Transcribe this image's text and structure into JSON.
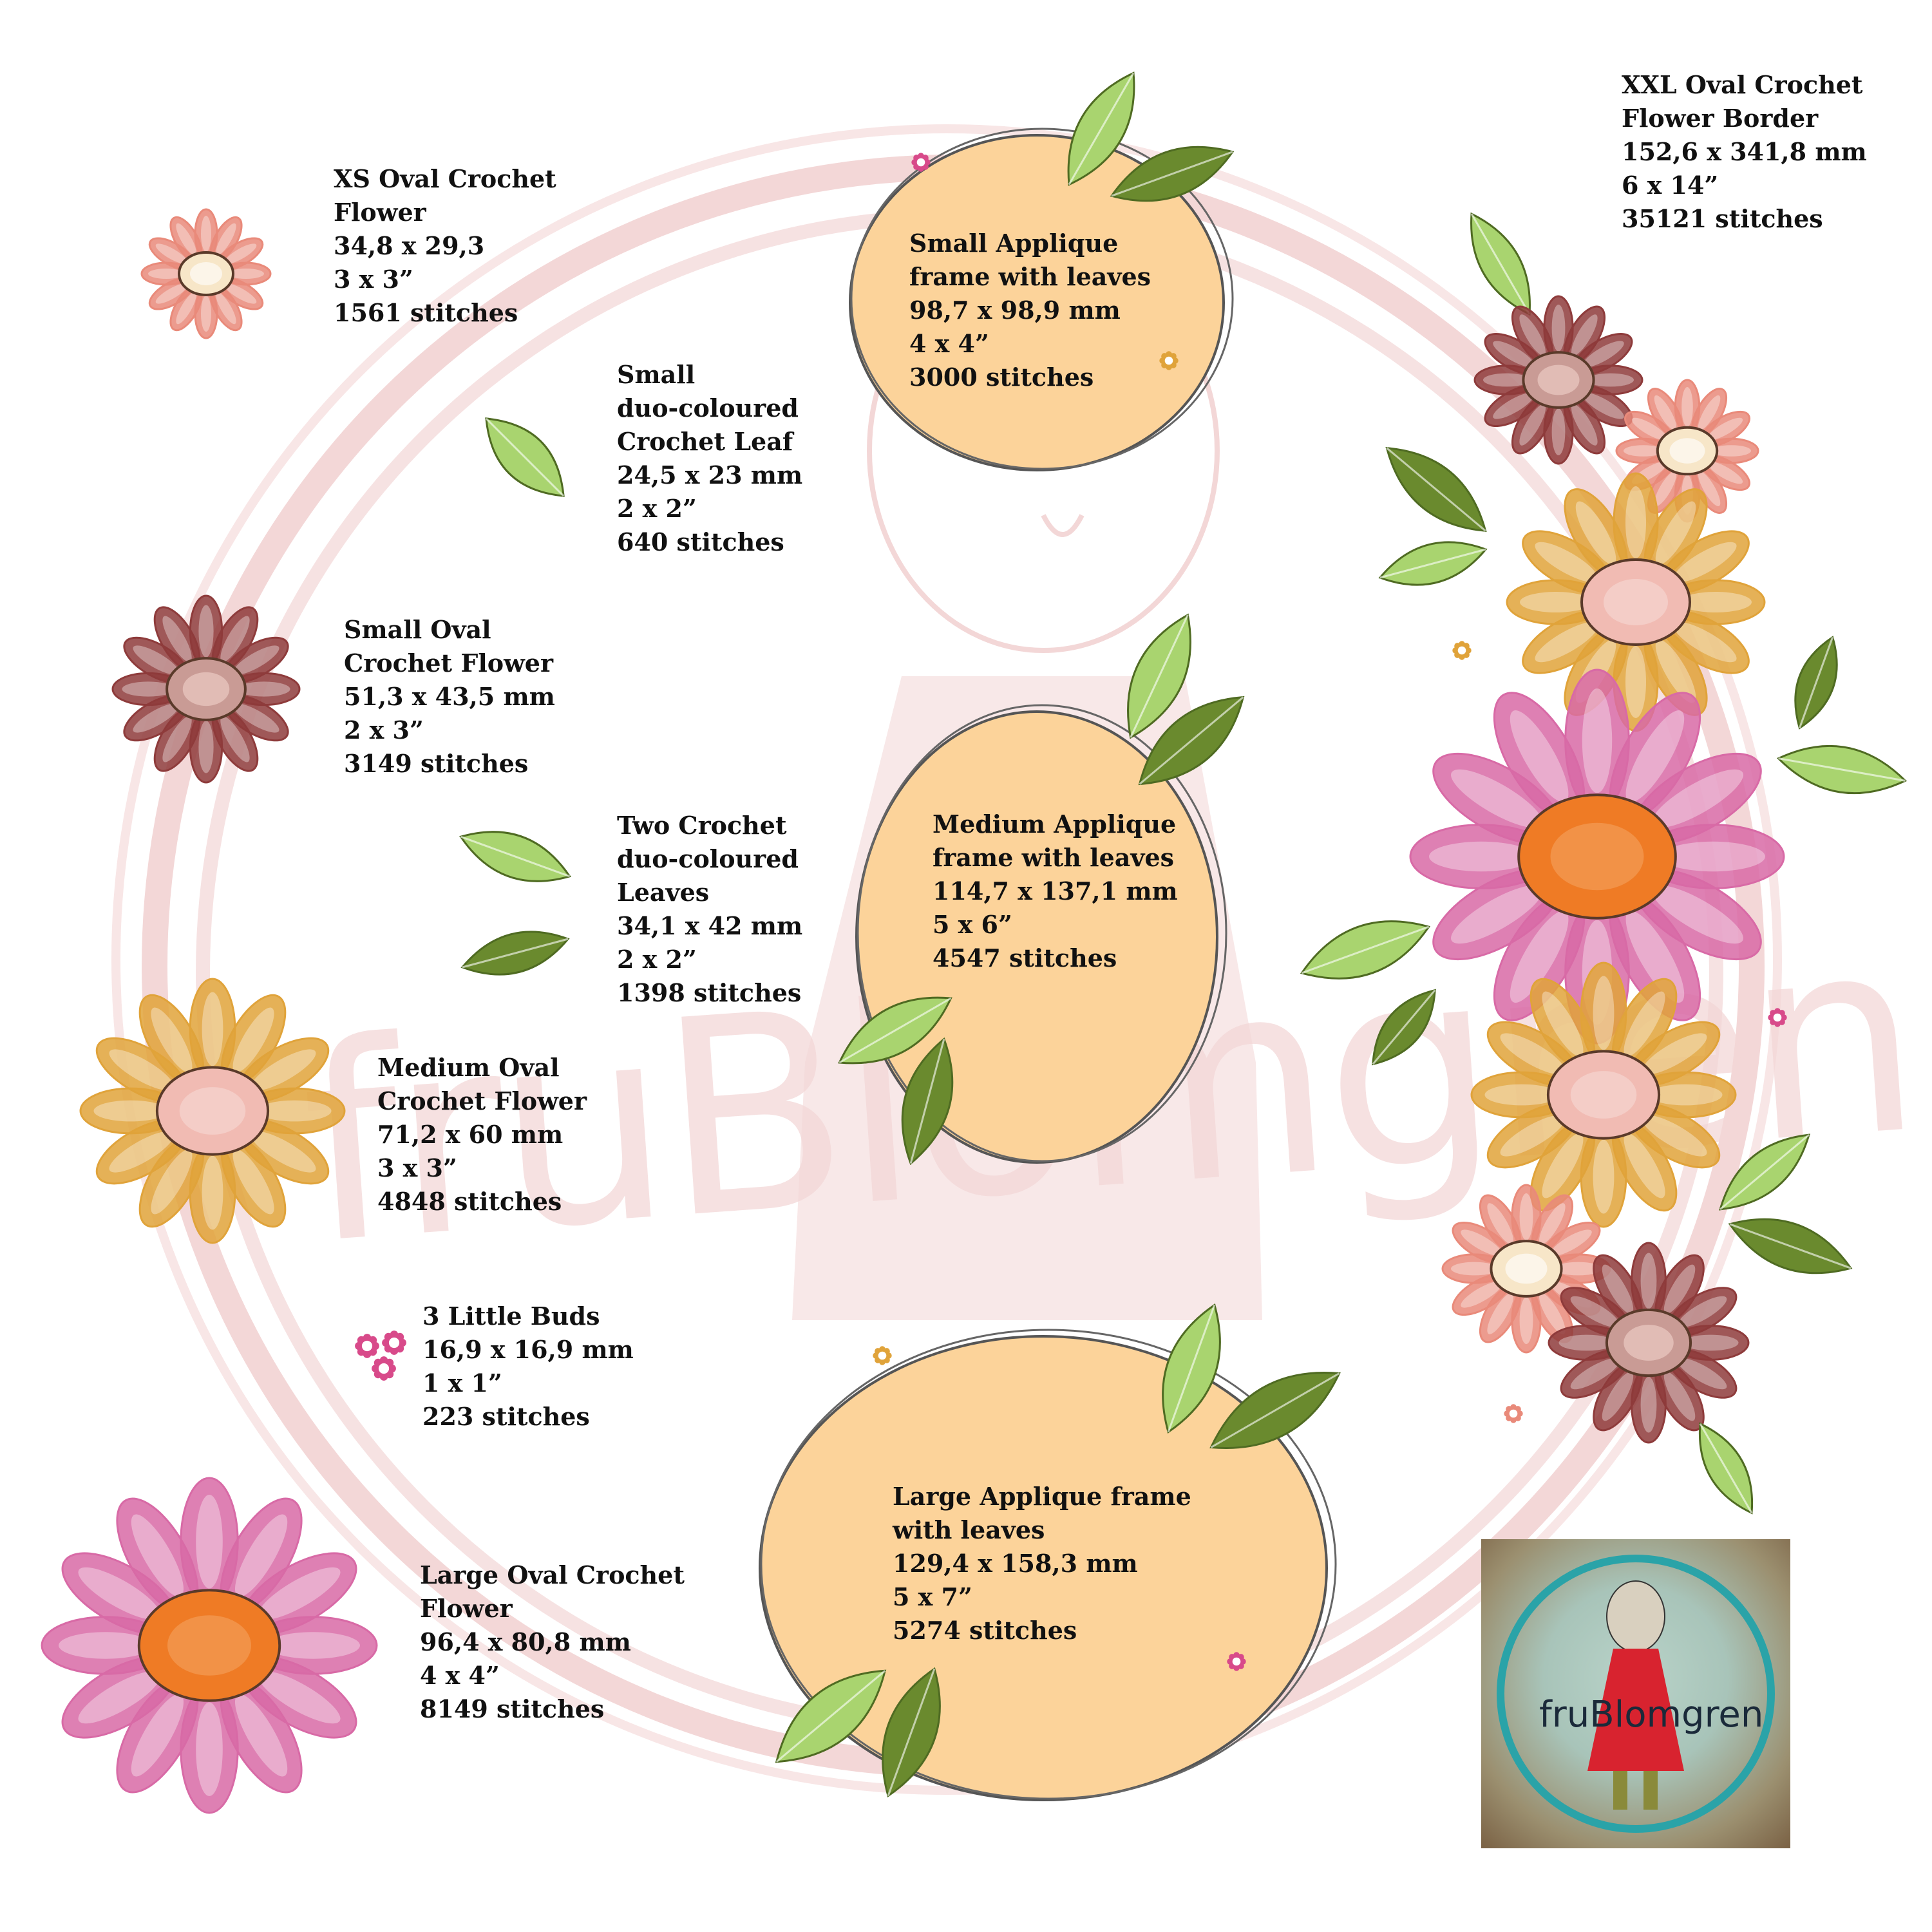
{
  "watermark": {
    "brand": "fruBlomgren"
  },
  "items": {
    "xs_flower": [
      "XS Oval Crochet",
      "Flower",
      "34,8 x 29,3",
      "3 x 3”",
      "1561 stitches"
    ],
    "small_leaf": [
      "Small",
      "duo-coloured",
      "Crochet Leaf",
      "24,5 x 23 mm",
      "2 x 2”",
      "640 stitches"
    ],
    "small_flower": [
      "Small Oval",
      "Crochet Flower",
      "51,3 x 43,5 mm",
      "2 x 3”",
      "3149 stitches"
    ],
    "two_leaves": [
      "Two Crochet",
      "duo-coloured",
      "Leaves",
      "34,1 x 42 mm",
      "2 x 2”",
      "1398 stitches"
    ],
    "medium_flower": [
      "Medium Oval",
      "Crochet Flower",
      "71,2 x 60 mm",
      "3 x 3”",
      "4848 stitches"
    ],
    "buds": [
      "3 Little Buds",
      "16,9 x 16,9 mm",
      "1 x 1”",
      "223 stitches"
    ],
    "large_flower": [
      "Large Oval Crochet",
      "Flower",
      "96,4 x 80,8 mm",
      "4 x 4”",
      "8149 stitches"
    ],
    "small_frame": [
      "Small Applique",
      "frame with leaves",
      "98,7 x 98,9 mm",
      "4 x 4”",
      "3000 stitches"
    ],
    "medium_frame": [
      "Medium Applique",
      "frame with leaves",
      "114,7 x 137,1 mm",
      "5 x 6”",
      "4547 stitches"
    ],
    "large_frame": [
      "Large Applique frame",
      "with leaves",
      "129,4 x 158,3 mm",
      "5 x 7”",
      "5274 stitches"
    ],
    "xxl_border": [
      "XXL Oval Crochet",
      "Flower Border",
      "152,6 x 341,8 mm",
      "6 x 14”",
      "35121 stitches"
    ]
  },
  "logo": {
    "text": "fruBlomgren"
  },
  "colors": {
    "frame_fill": "#fcd39a",
    "leaf_light": "#a9d46f",
    "leaf_dark": "#6a8a2e",
    "flower_pink": "#d86aa6",
    "flower_orange_center": "#ef7b25",
    "flower_gold": "#e0a33a",
    "flower_maroon": "#8e3b3b",
    "flower_salmon": "#e98a7a"
  }
}
